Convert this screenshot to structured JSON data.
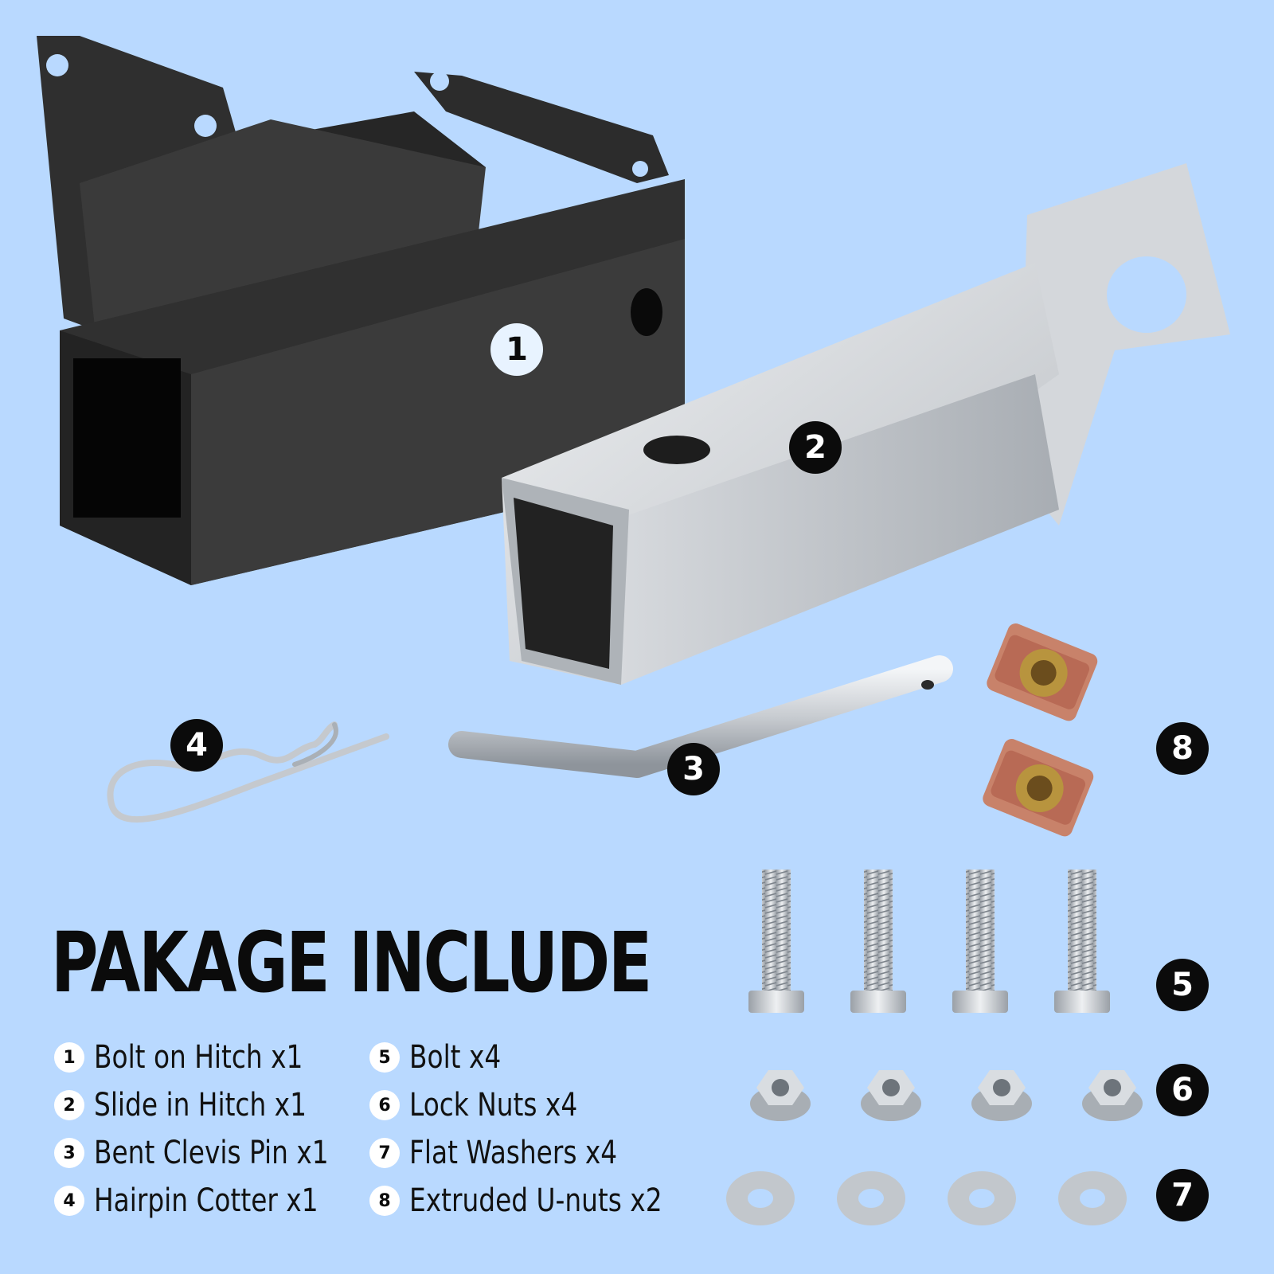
{
  "title": "PAKAGE INCLUDE",
  "callouts": [
    "1",
    "2",
    "3",
    "4",
    "5",
    "6",
    "7",
    "8"
  ],
  "items_left": [
    {
      "num": "1",
      "label": "Bolt on Hitch x1"
    },
    {
      "num": "2",
      "label": "Slide in Hitch x1"
    },
    {
      "num": "3",
      "label": "Bent Clevis Pin x1"
    },
    {
      "num": "4",
      "label": "Hairpin Cotter x1"
    }
  ],
  "items_right": [
    {
      "num": "5",
      "label": "Bolt x4"
    },
    {
      "num": "6",
      "label": "Lock Nuts x4"
    },
    {
      "num": "7",
      "label": "Flat Washers x4"
    },
    {
      "num": "8",
      "label": "Extruded U-nuts x2"
    }
  ],
  "colors": {
    "background": "#b9d9ff",
    "badge_dark": "#0b0b0b",
    "badge_light": "#e8f3ff",
    "hitch_black": "#2b2b2b",
    "hitch_silver": "#c9ccd0"
  }
}
